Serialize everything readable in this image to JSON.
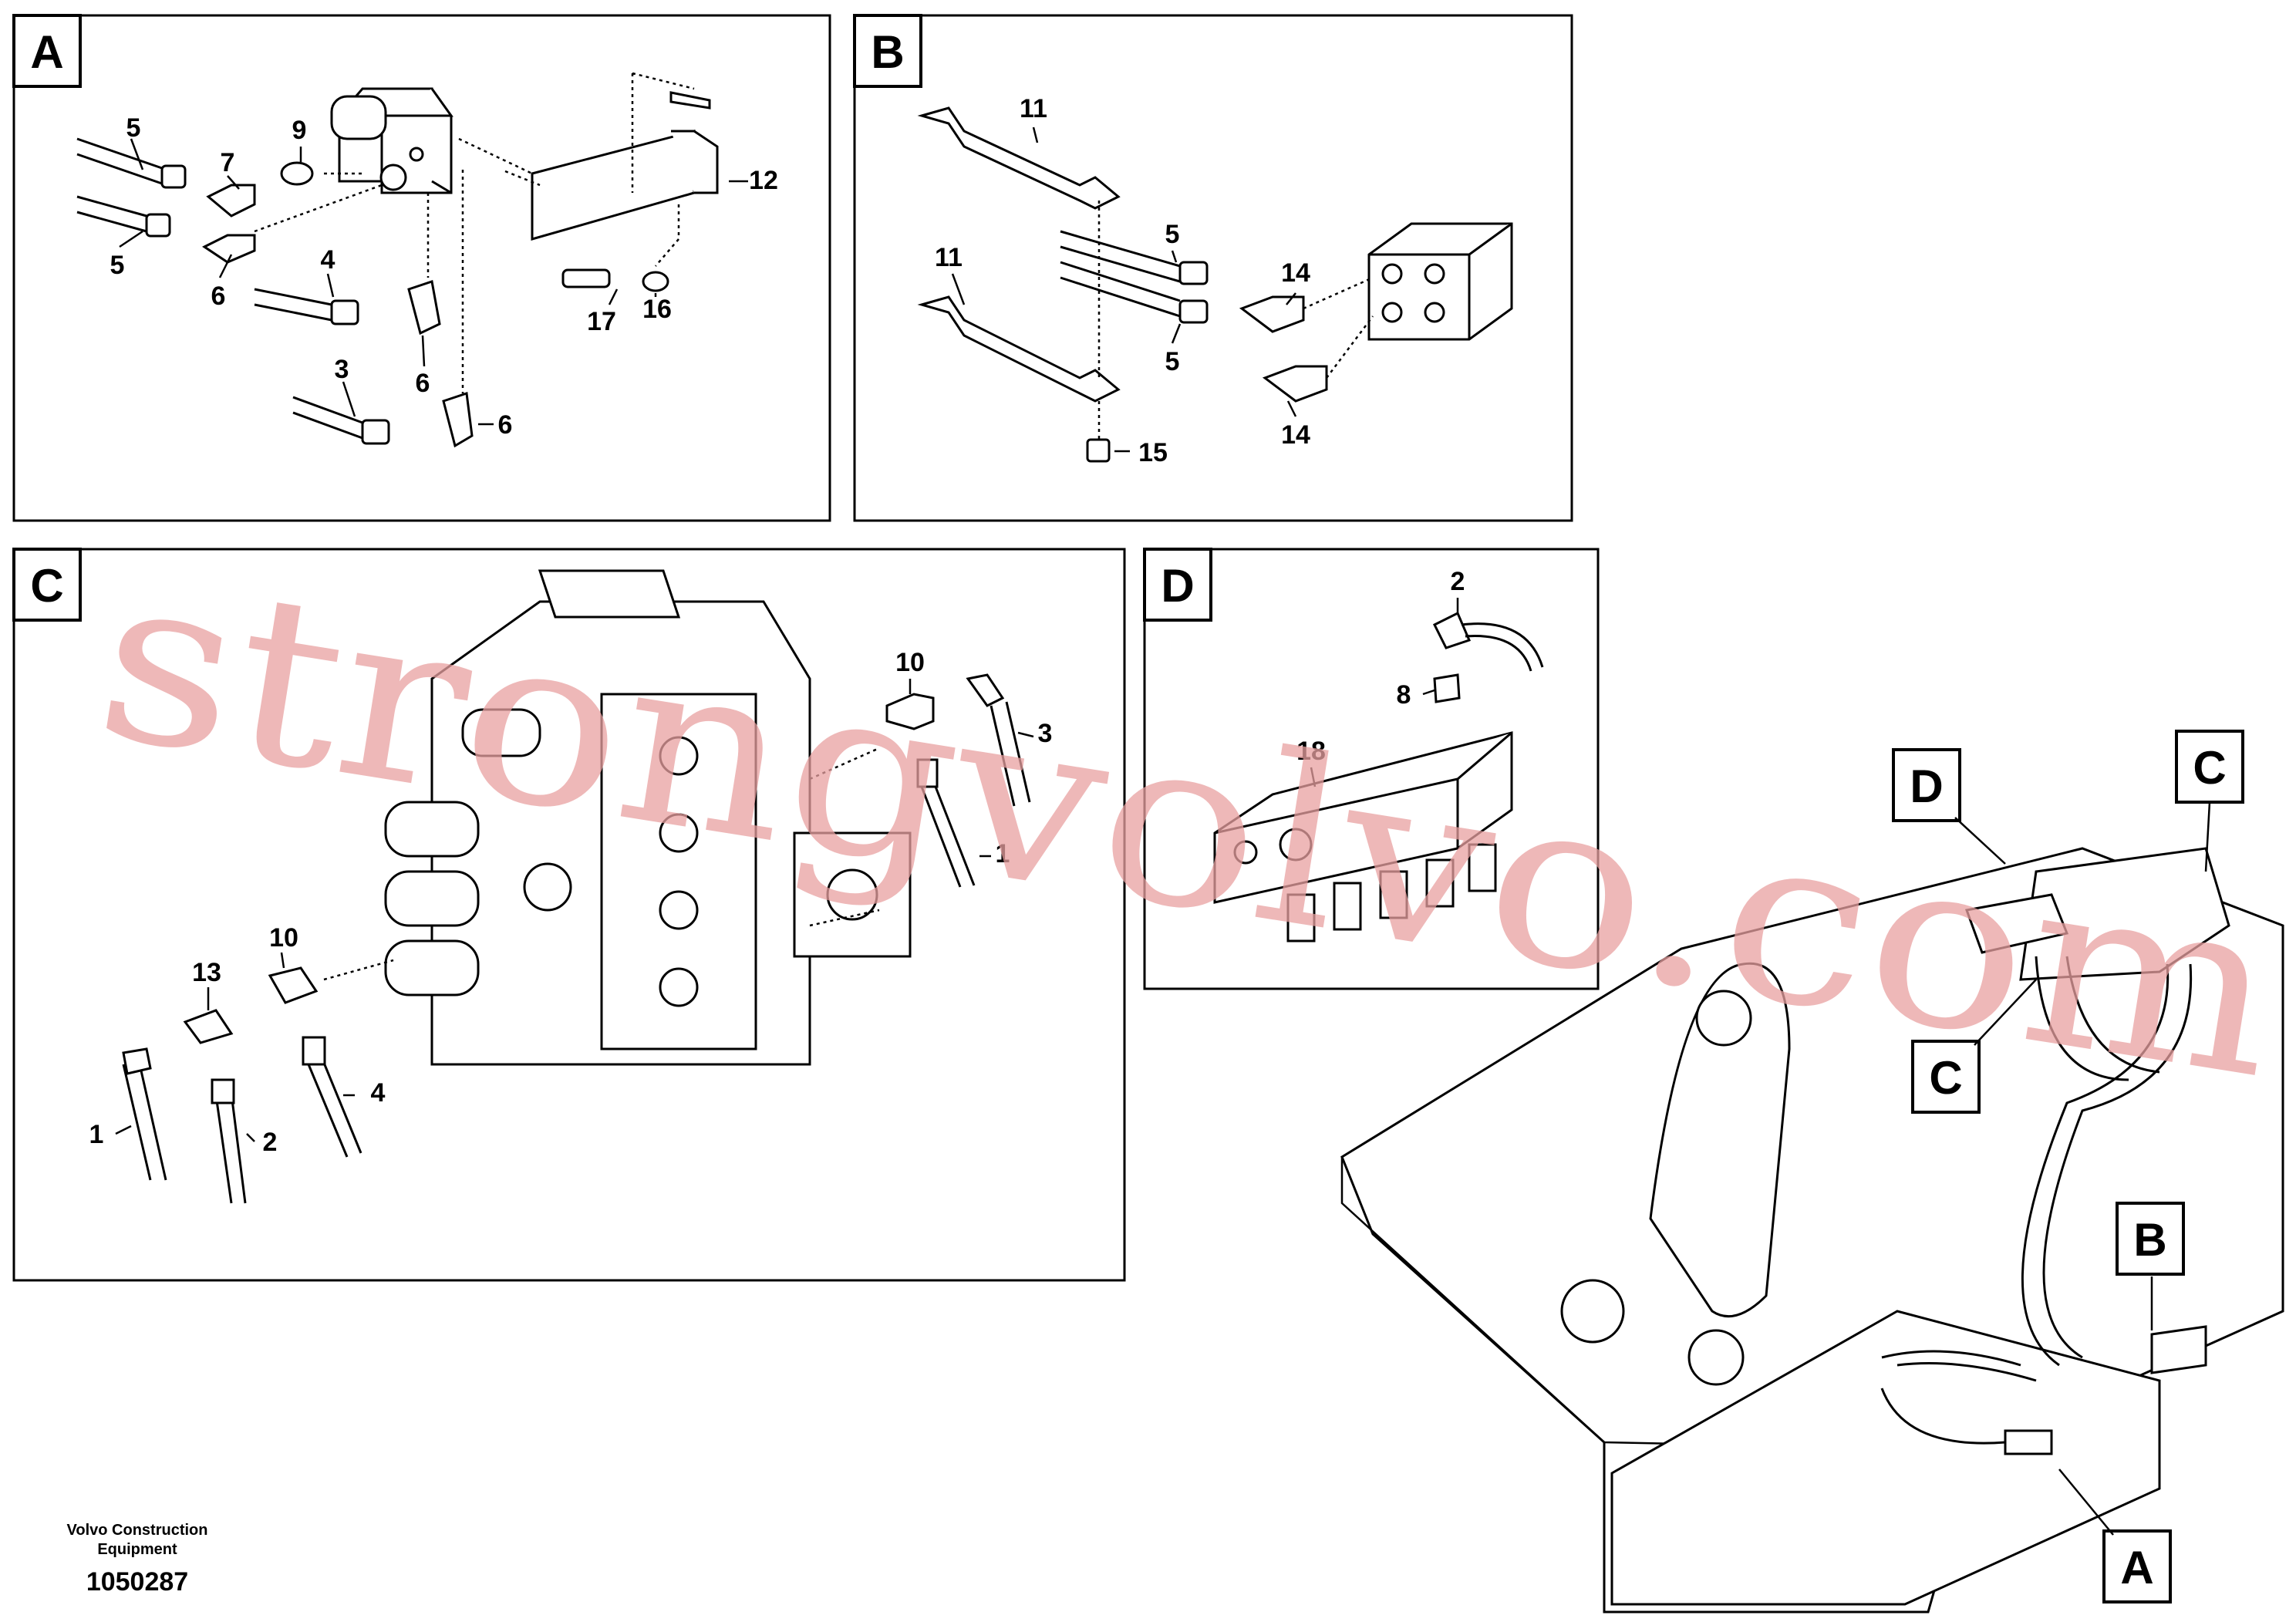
{
  "panels": {
    "A": {
      "letter": "A",
      "callouts": [
        "5",
        "5",
        "7",
        "9",
        "6",
        "4",
        "6",
        "3",
        "6",
        "12",
        "17",
        "16"
      ]
    },
    "B": {
      "letter": "B",
      "callouts": [
        "11",
        "11",
        "5",
        "5",
        "14",
        "14",
        "15"
      ]
    },
    "C": {
      "letter": "C",
      "callouts": [
        "10",
        "3",
        "1",
        "13",
        "10",
        "4",
        "1",
        "2"
      ]
    },
    "D": {
      "letter": "D",
      "callouts": [
        "2",
        "8",
        "18"
      ]
    }
  },
  "overview": {
    "labels": [
      "D",
      "C",
      "C",
      "B",
      "A"
    ]
  },
  "watermark": "strongvolvo.com",
  "footer": {
    "company_line1": "Volvo Construction",
    "company_line2": "Equipment",
    "drawing_number": "1050287"
  }
}
